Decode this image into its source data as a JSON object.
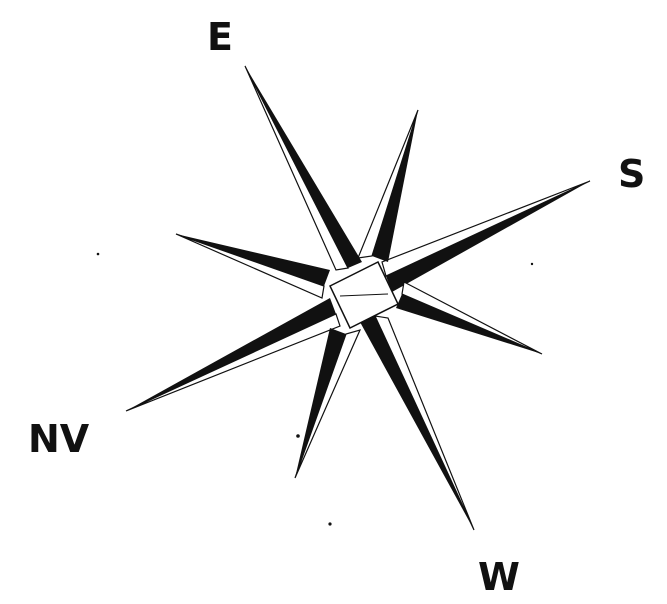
{
  "labels": {
    "east": "E",
    "south": "S",
    "west": "W",
    "northwest": "NV"
  },
  "colors": {
    "ink": "#111111",
    "paper": "#ffffff"
  }
}
